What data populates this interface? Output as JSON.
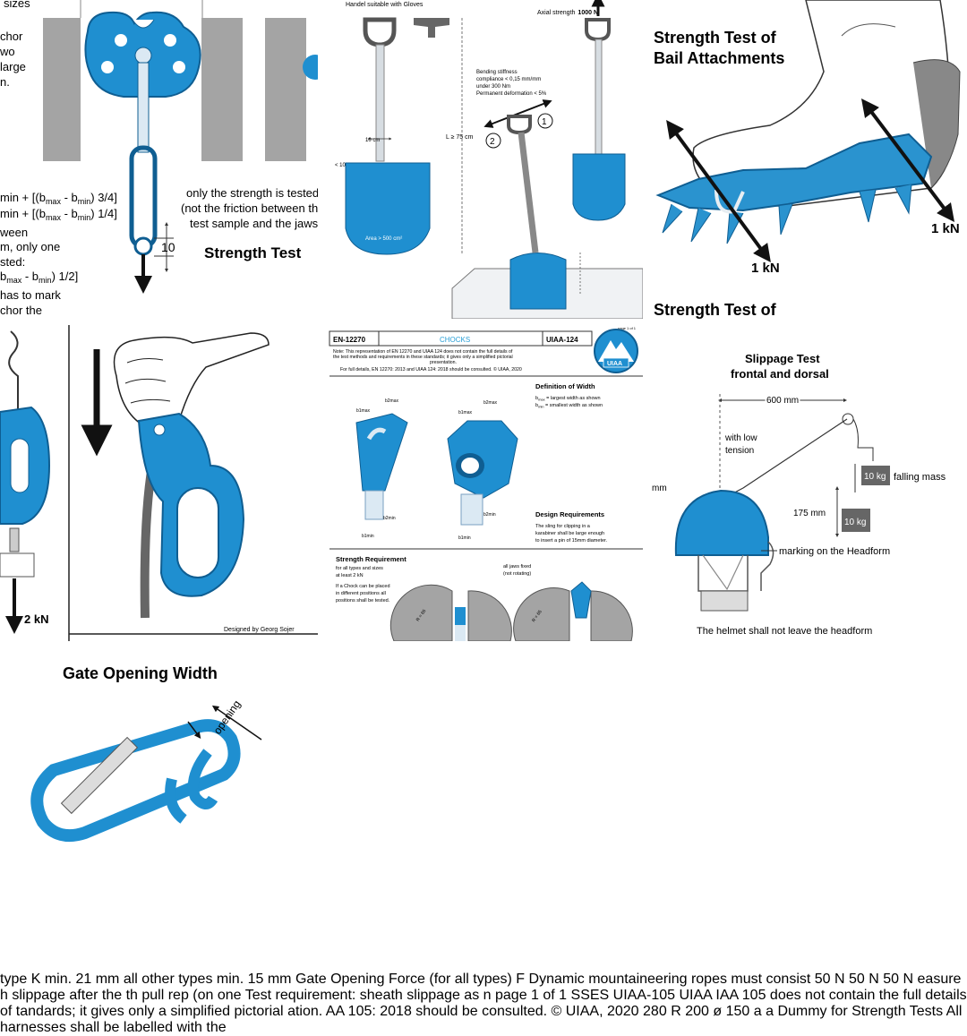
{
  "colors": {
    "frame": "#ea9a2b",
    "blue": "#1f8fd0",
    "blue_dark": "#0f5e92",
    "gray": "#a5a5a5",
    "gray_dark": "#6e6e6e",
    "cyan_title": "#2a9fd6"
  },
  "panels": {
    "chock_strength": {
      "caption_lines": [
        "only the strength is tested",
        "(not the friction between the",
        "test sample and the jaws"
      ],
      "title": "Strength Test",
      "dimension": "10",
      "left_lines": [
        "sizes",
        "chor",
        "wo",
        "large",
        "n.",
        "min + [(b",
        "max",
        " - b",
        "min",
        ") 3/4]",
        "min + [(b",
        "max",
        " - b",
        "min",
        ") 1/4]",
        "ween",
        "m, only one",
        "sted:",
        "b",
        "max",
        " - b",
        "min",
        ") 1/2]",
        "has to mark",
        "chor the"
      ]
    },
    "shovel": {
      "glove_label": "Handel suitable with Gloves",
      "axial_label": "Axial strength",
      "axial_value": "1000 N",
      "bending_lines": [
        "Bending stiffness",
        "compliance < 0,15 mm/mm",
        "under 300 Nm",
        "Permanent deformation < 5%"
      ],
      "length_label": "L ≥ 75 cm",
      "width_label": "10 cm",
      "angle_label": "< 10°",
      "area_label": "Area > 500 cm²",
      "marker_1": "1",
      "marker_2": "2"
    },
    "crampon": {
      "title_lines": [
        "Strength Test of",
        "Bail Attachments"
      ],
      "force_left": "1 kN",
      "force_right": "1 kN",
      "bottom_title": "Strength Test of"
    },
    "descender": {
      "force": "2 kN",
      "credit": "Designed by Georg Sojer"
    },
    "chocks_sheet": {
      "standard": "EN-12270",
      "title": "CHOCKS",
      "code": "UIAA-124",
      "logo": "UIAA",
      "page": "page 1 of 1",
      "note_lines": [
        "Note: This representation of EN 12270 and UIAA 124 does not contain the full details of",
        "the test methods and requirements in these standards; it gives only a simplified pictorial",
        "presentation.",
        "For full details, EN 12270: 2013 and UIAA 124: 2018 should be consulted. © UIAA, 2020"
      ],
      "width_title": "Definition of Width",
      "width_def_1": "b",
      "width_def_1_sub": "max",
      "width_def_1_text": " = largest width as shown",
      "width_def_2": "b",
      "width_def_2_sub": "min",
      "width_def_2_text": " = smallest width as shown",
      "dims": [
        "b1max",
        "b2max",
        "b1min",
        "b2min"
      ],
      "design_title": "Design Requirements",
      "design_lines": [
        "The sling for clipping in a",
        "karabiner shall be large enough",
        "to insert a pin of 15mm diameter."
      ],
      "strength_title": "Strength Requirement",
      "strength_lines": [
        "for all types and sizes",
        "at least 2 kN",
        "If a Chock can be placed",
        "in different positions all",
        "positions shall be tested."
      ],
      "jaws_lines": [
        "all jaws fixed",
        "(not rotating)"
      ],
      "radius_label": "R = 65"
    },
    "helmet": {
      "title_lines": [
        "Slippage Test",
        "frontal and dorsal"
      ],
      "distance": "600 mm",
      "tension_lines": [
        "with low",
        "tension"
      ],
      "mass_1": "10 kg",
      "mass_label": "falling mass",
      "drop": "175 mm",
      "mass_2": "10 kg",
      "left_mm": "mm",
      "marking": "marking on the Headform",
      "footer": "The helmet shall not leave the headform"
    },
    "carabiner": {
      "title": "Gate Opening Width",
      "opening_label": "opening",
      "table": [
        {
          "type": "type K",
          "value": "min. 21 mm"
        },
        {
          "type": "all other types",
          "value": "min. 15 mm"
        }
      ],
      "force_title": "Gate Opening Force",
      "force_sub": "(for all types)",
      "force_symbol": "F"
    },
    "rope": {
      "top_text": "Dynamic mountaineering ropes must consist",
      "force_1": "50 N",
      "force_2": "50 N",
      "force_3": "50 N",
      "left_lines": [
        "easure",
        "h slippage",
        "after the",
        "th pull"
      ],
      "right_lines": [
        "rep",
        "(on one"
      ],
      "footer": "Test requirement: sheath slippage as n"
    },
    "harness": {
      "title_fragment": "SSES",
      "code": "UIAA-105",
      "page": "page 1 of 1",
      "note_lines": [
        "IAA 105 does not contain the full details of",
        "tandards; it gives only a simplified pictorial",
        "ation.",
        "AA 105: 2018 should be consulted. © UIAA, 2020"
      ],
      "logo": "UIAA",
      "dim_diameter": "ø 150",
      "dim_280": "280",
      "dim_r200": "R 200",
      "left_a1": "a",
      "left_a2": "a",
      "title_lines": [
        "Dummy for",
        "Strength Tests"
      ],
      "bottom_lines": [
        "All harnesses shall",
        "be labelled with the"
      ]
    }
  }
}
